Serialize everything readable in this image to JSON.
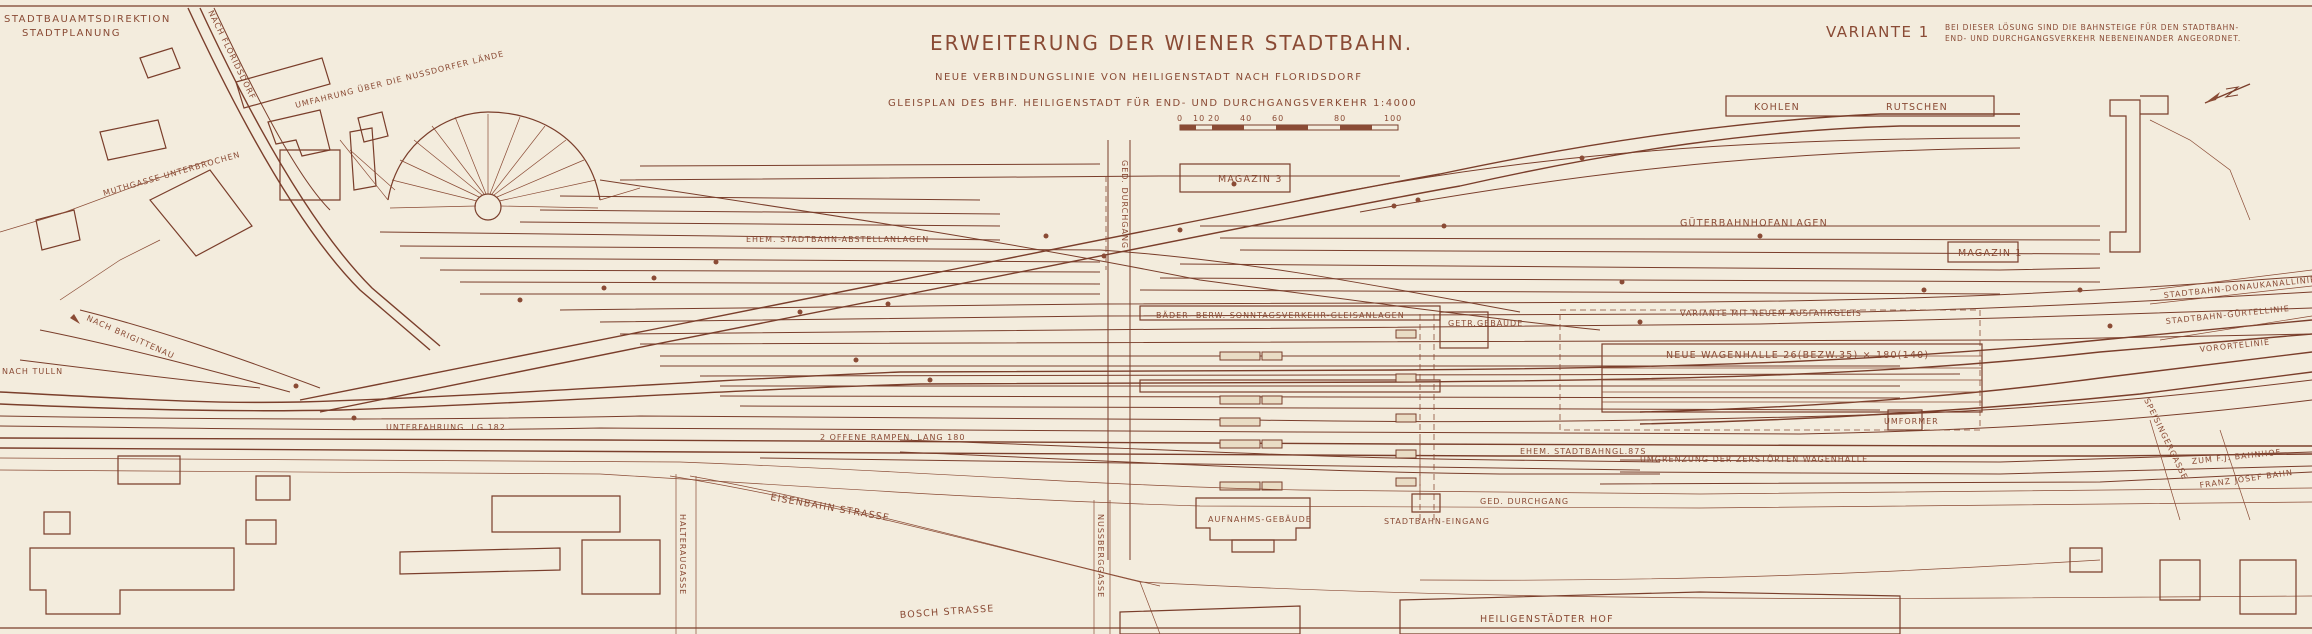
{
  "header": {
    "authority_line1": "STADTBAUAMTSDIREKTION",
    "authority_line2": "STADTPLANUNG",
    "title": "ERWEITERUNG DER WIENER STADTBAHN.",
    "subtitle1": "NEUE VERBINDUNGSLINIE VON HEILIGENSTADT NACH FLORIDSDORF",
    "subtitle2": "GLEISPLAN DES BHF. HEILIGENSTADT FÜR END- UND DURCHGANGSVERKEHR 1:4000",
    "variant": "VARIANTE 1",
    "variant_note1": "BEI DIESER LÖSUNG SIND DIE BAHNSTEIGE FÜR DEN STADTBAHN-",
    "variant_note2": "END- UND DURCHGANGSVERKEHR NEBENEINANDER ANGEORDNET."
  },
  "scale_bar": {
    "ticks": [
      "0",
      "10",
      "20",
      "40",
      "60",
      "80",
      "100"
    ]
  },
  "labels": {
    "nach_floridsdorf": "NACH FLORIDSDORF",
    "umfahrung": "UMFAHRUNG ÜBER DIE NUSSDORFER LÄNDE",
    "muthgasse": "MUTHGASSE UNTERBROCHEN",
    "nach_brigittenau": "NACH BRIGITTENAU",
    "nach_tulln": "NACH TULLN",
    "abstellanlagen": "EHEM. STADTBAHN-ABSTELLANLAGEN",
    "magazin3": "MAGAZIN 3",
    "magazin1": "MAGAZIN 1",
    "kohlen": "KOHLEN",
    "rutschen": "RUTSCHEN",
    "gueterbahnhof": "GÜTERBAHNHOFANLAGEN",
    "baeder": "BÄDER- BERW. SONNTAGSVERKEHR-GLEISANLAGEN",
    "getr_gebaeude": "GETR.GEBÄUDE",
    "variante_neu": "VARIANTE MIT NEUEM AUSFAHRGLEIS",
    "neue_wagenhalle": "NEUE WAGENHALLE 26(BEZW.35) × 180(140)",
    "unterfahrung": "UNTERFAHRUNG. LG 182",
    "offene_rampen": "2 OFFENE RAMPEN, LANG 180",
    "ehem_stadtbahn": "EHEM. STADTBAHNGL.87S",
    "umgrenzung": "UMGRENZUNG DER ZERSTÖRTEN WAGENHALLE",
    "ged_durchgang1": "GED. DURCHGANG",
    "ged_durchgang2": "GED. DURCHGANG",
    "aufnahme": "AUFNAHMS-GEBÄUDE",
    "stadtbahn_eingang": "STADTBAHN-EINGANG",
    "eisenbahnstrasse": "EISENBAHN STRASSE",
    "halteraugasse": "HALTERAUGASSE",
    "nussbergasse": "NUSSBERGGASSE",
    "boschstrasse": "BOSCH STRASSE",
    "heiligenstaedter_hof": "HEILIGENSTÄDTER HOF",
    "donaukanallinie": "STADTBAHN-DONAUKANALLINIE",
    "guertellinie": "STADTBAHN-GÜRTELLINIE",
    "vorortelinie": "VORORTELINIE",
    "fj_bahnhof": "ZUM F.J. BAHNHOF",
    "fj_strasse": "FRANZ JOSEF BAHN",
    "umformer": "UMFORMER",
    "glatzengasse": "SPEISINGERGASSE"
  },
  "colors": {
    "paper": "#f3ecdd",
    "ink": "#7a3e2b"
  },
  "icons": {
    "north_arrow": "north-arrow-icon",
    "turntable": "turntable-icon"
  }
}
